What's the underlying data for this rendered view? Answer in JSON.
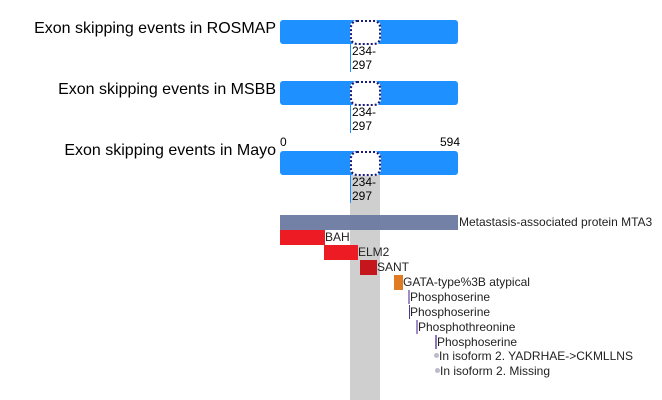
{
  "tracks": [
    {
      "title": "Exon skipping events in ROSMAP",
      "range": [
        "234-",
        "297"
      ]
    },
    {
      "title": "Exon skipping events in MSBB",
      "range": [
        "234-",
        "297"
      ]
    },
    {
      "title": "Exon skipping events in Mayo",
      "range": [
        "234-",
        "297"
      ]
    }
  ],
  "axis": {
    "start": "0",
    "end": "594"
  },
  "features": {
    "protein": "Metastasis-associated protein MTA3",
    "bah": "BAH",
    "elm2": "ELM2",
    "sant": "SANT",
    "gata": "GATA-type%3B atypical",
    "p1": "Phosphoserine",
    "p2": "Phosphoserine",
    "p3": "Phosphothreonine",
    "p4": "Phosphoserine",
    "v1": "In isoform 2. YADRHAE->CKMLLNS",
    "v2": "In isoform 2. Missing"
  },
  "colors": {
    "track": "#1e90ff",
    "protein": "#6b7aa1",
    "domain": "#ed1c24",
    "sant": "#c4161c",
    "gata": "#e07b24"
  }
}
